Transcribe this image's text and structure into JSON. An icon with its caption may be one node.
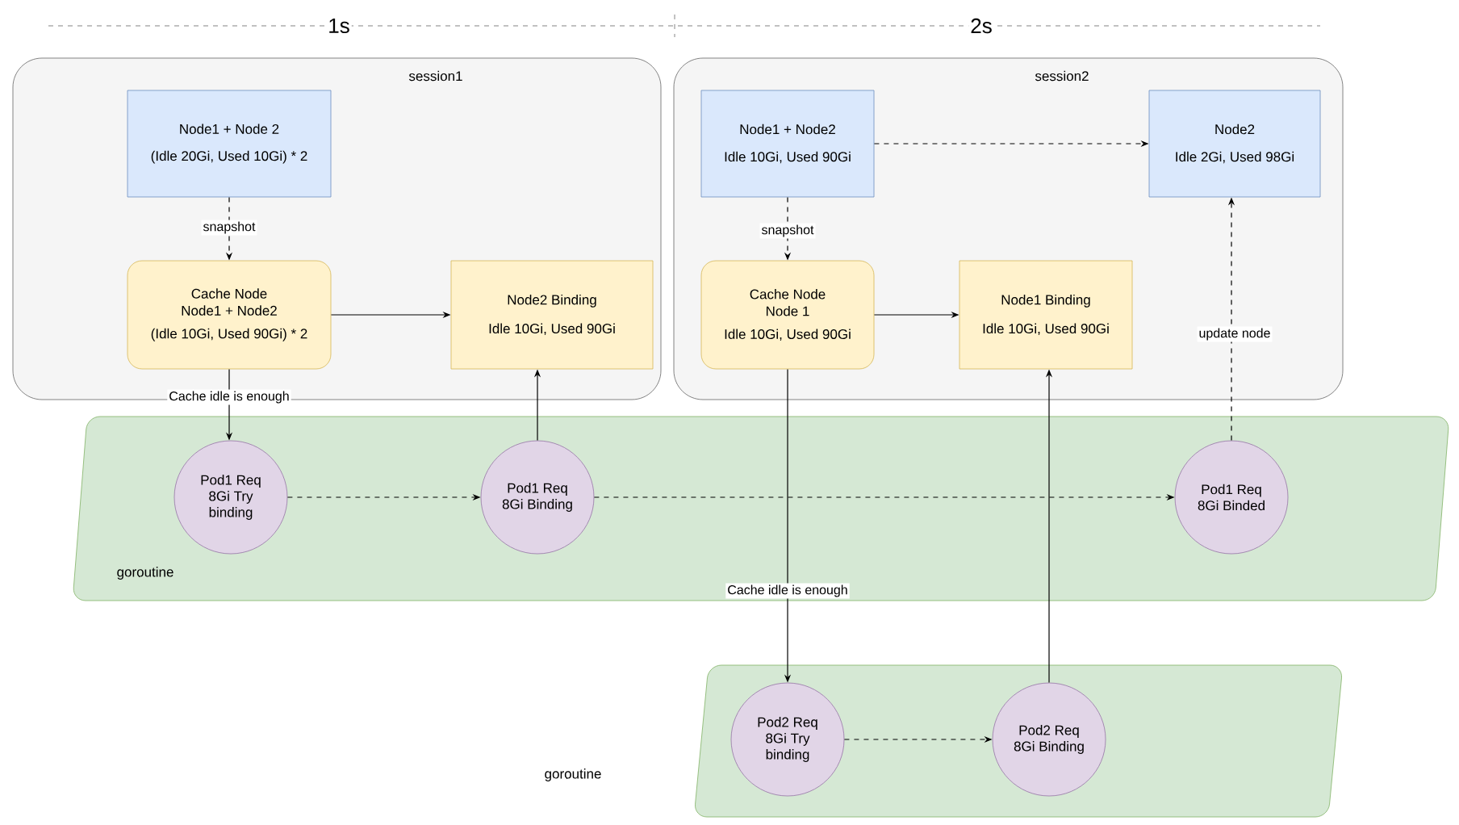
{
  "diagram": {
    "nodes": [
      {
        "text": [
          "session1"
        ]
      },
      {
        "text": [
          "Node1 + Node 2",
          "(Idle 20Gi, Used 10Gi) * 2"
        ],
        "in": 0
      },
      {
        "text": [
          "Cache Node Node1 + Node2",
          "(Idle 10Gi, Used 90Gi) * 2"
        ],
        "in": 0
      },
      {
        "text": [
          "Node2 Binding",
          "Idle 10Gi, Used 90Gi"
        ],
        "in": 0
      },
      {
        "text": [
          "session2"
        ]
      },
      {
        "text": [
          "Node1 + Node2",
          "Idle 10Gi, Used 90Gi"
        ],
        "in": 4
      },
      {
        "text": [
          "Node2",
          "Idle 2Gi, Used 98Gi"
        ],
        "in": 4
      },
      {
        "text": [
          "Cache Node Node 1",
          "Idle 10Gi, Used 90Gi"
        ],
        "in": 4
      },
      {
        "text": [
          "Node1 Binding",
          "Idle 10Gi, Used 90Gi"
        ],
        "in": 4
      },
      {
        "text": [
          "goroutine"
        ]
      },
      {
        "text": [
          "Pod1 Req 8Gi Try binding"
        ],
        "in": 9
      },
      {
        "text": [
          "Pod1 Req 8Gi Binding"
        ],
        "in": 9
      },
      {
        "text": [
          "Pod1 Req 8Gi Binded"
        ],
        "in": 9
      },
      {
        "text": [],
        "shape": "parallelogram"
      },
      {
        "text": [
          "Pod2 Req 8Gi Try binding"
        ],
        "in": 13
      },
      {
        "text": [
          "Pod2 Req 8Gi Binding"
        ],
        "in": 13
      }
    ],
    "edges": [
      {
        "from": 1,
        "to": 2,
        "arrow": "to",
        "style": "dashed",
        "label": "snapshot"
      },
      {
        "from": 2,
        "to": 3,
        "arrow": "to"
      },
      {
        "from": 2,
        "to": 10,
        "arrow": "to",
        "label": "Cache idle is enough"
      },
      {
        "from": 11,
        "to": 3,
        "arrow": "to"
      },
      {
        "from": 10,
        "to": 11,
        "arrow": "to",
        "style": "dashed"
      },
      {
        "from": 11,
        "to": 12,
        "arrow": "to",
        "style": "dashed"
      },
      {
        "from": 5,
        "to": 6,
        "arrow": "to",
        "style": "dashed"
      },
      {
        "from": 5,
        "to": 7,
        "arrow": "to",
        "style": "dashed",
        "label": "snapshot"
      },
      {
        "from": 7,
        "to": 8,
        "arrow": "to"
      },
      {
        "from": 7,
        "to": 14,
        "arrow": "to",
        "label": "Cache idle is enough"
      },
      {
        "from": 15,
        "to": 8,
        "arrow": "to"
      },
      {
        "from": 12,
        "to": 6,
        "arrow": "to",
        "style": "dashed",
        "label": "update node"
      },
      {
        "from": 14,
        "to": 15,
        "arrow": "to",
        "style": "dashed"
      }
    ],
    "labels": [
      "1s",
      "2s",
      "goroutine"
    ]
  }
}
